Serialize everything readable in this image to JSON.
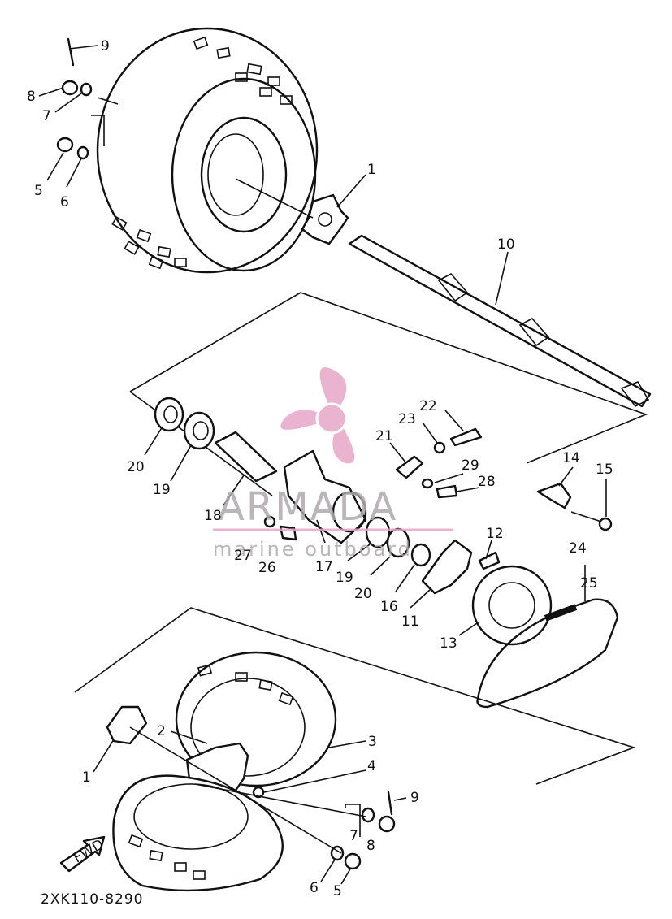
{
  "part_code": "2XK110-8290",
  "direction_label": "FWD",
  "watermark": {
    "brand": "ARMADA",
    "tagline": "marine outboard",
    "color": "#e7a8c8"
  },
  "callouts": [
    {
      "id": "c9a",
      "text": "9"
    },
    {
      "id": "c8a",
      "text": "8"
    },
    {
      "id": "c7a",
      "text": "7"
    },
    {
      "id": "c5a",
      "text": "5"
    },
    {
      "id": "c6a",
      "text": "6"
    },
    {
      "id": "c1a",
      "text": "1"
    },
    {
      "id": "c10",
      "text": "10"
    },
    {
      "id": "c22",
      "text": "22"
    },
    {
      "id": "c23",
      "text": "23"
    },
    {
      "id": "c21",
      "text": "21"
    },
    {
      "id": "c20a",
      "text": "20"
    },
    {
      "id": "c19a",
      "text": "19"
    },
    {
      "id": "c18",
      "text": "18"
    },
    {
      "id": "c29",
      "text": "29"
    },
    {
      "id": "c28",
      "text": "28"
    },
    {
      "id": "c14",
      "text": "14"
    },
    {
      "id": "c15",
      "text": "15"
    },
    {
      "id": "c27",
      "text": "27"
    },
    {
      "id": "c26",
      "text": "26"
    },
    {
      "id": "c17",
      "text": "17"
    },
    {
      "id": "c19b",
      "text": "19"
    },
    {
      "id": "c20b",
      "text": "20"
    },
    {
      "id": "c16",
      "text": "16"
    },
    {
      "id": "c11",
      "text": "11"
    },
    {
      "id": "c12",
      "text": "12"
    },
    {
      "id": "c24",
      "text": "24"
    },
    {
      "id": "c25",
      "text": "25"
    },
    {
      "id": "c13",
      "text": "13"
    },
    {
      "id": "c2",
      "text": "2"
    },
    {
      "id": "c3",
      "text": "3"
    },
    {
      "id": "c4",
      "text": "4"
    },
    {
      "id": "c1b",
      "text": "1"
    },
    {
      "id": "c9b",
      "text": "9"
    },
    {
      "id": "c7b",
      "text": "7"
    },
    {
      "id": "c8b",
      "text": "8"
    },
    {
      "id": "c6b",
      "text": "6"
    },
    {
      "id": "c5b",
      "text": "5"
    }
  ]
}
